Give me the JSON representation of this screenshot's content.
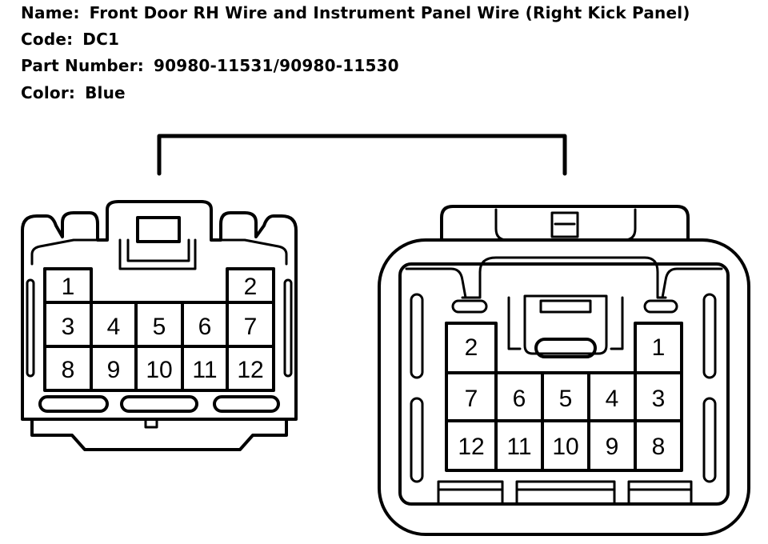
{
  "info": {
    "name_label": "Name:",
    "name_value": "Front Door RH Wire and Instrument Panel Wire (Right Kick Panel)",
    "code_label": "Code:",
    "code_value": "DC1",
    "part_label": "Part Number:",
    "part_value": "90980-11531/90980-11530",
    "color_label": "Color:",
    "color_value": "Blue"
  },
  "left_connector": {
    "top_pins": [
      "1",
      "2"
    ],
    "row2": [
      "3",
      "4",
      "5",
      "6",
      "7"
    ],
    "row3": [
      "8",
      "9",
      "10",
      "11",
      "12"
    ]
  },
  "right_connector": {
    "top_pins": [
      "2",
      "1"
    ],
    "row2": [
      "7",
      "6",
      "5",
      "4",
      "3"
    ],
    "row3": [
      "12",
      "11",
      "10",
      "9",
      "8"
    ]
  }
}
